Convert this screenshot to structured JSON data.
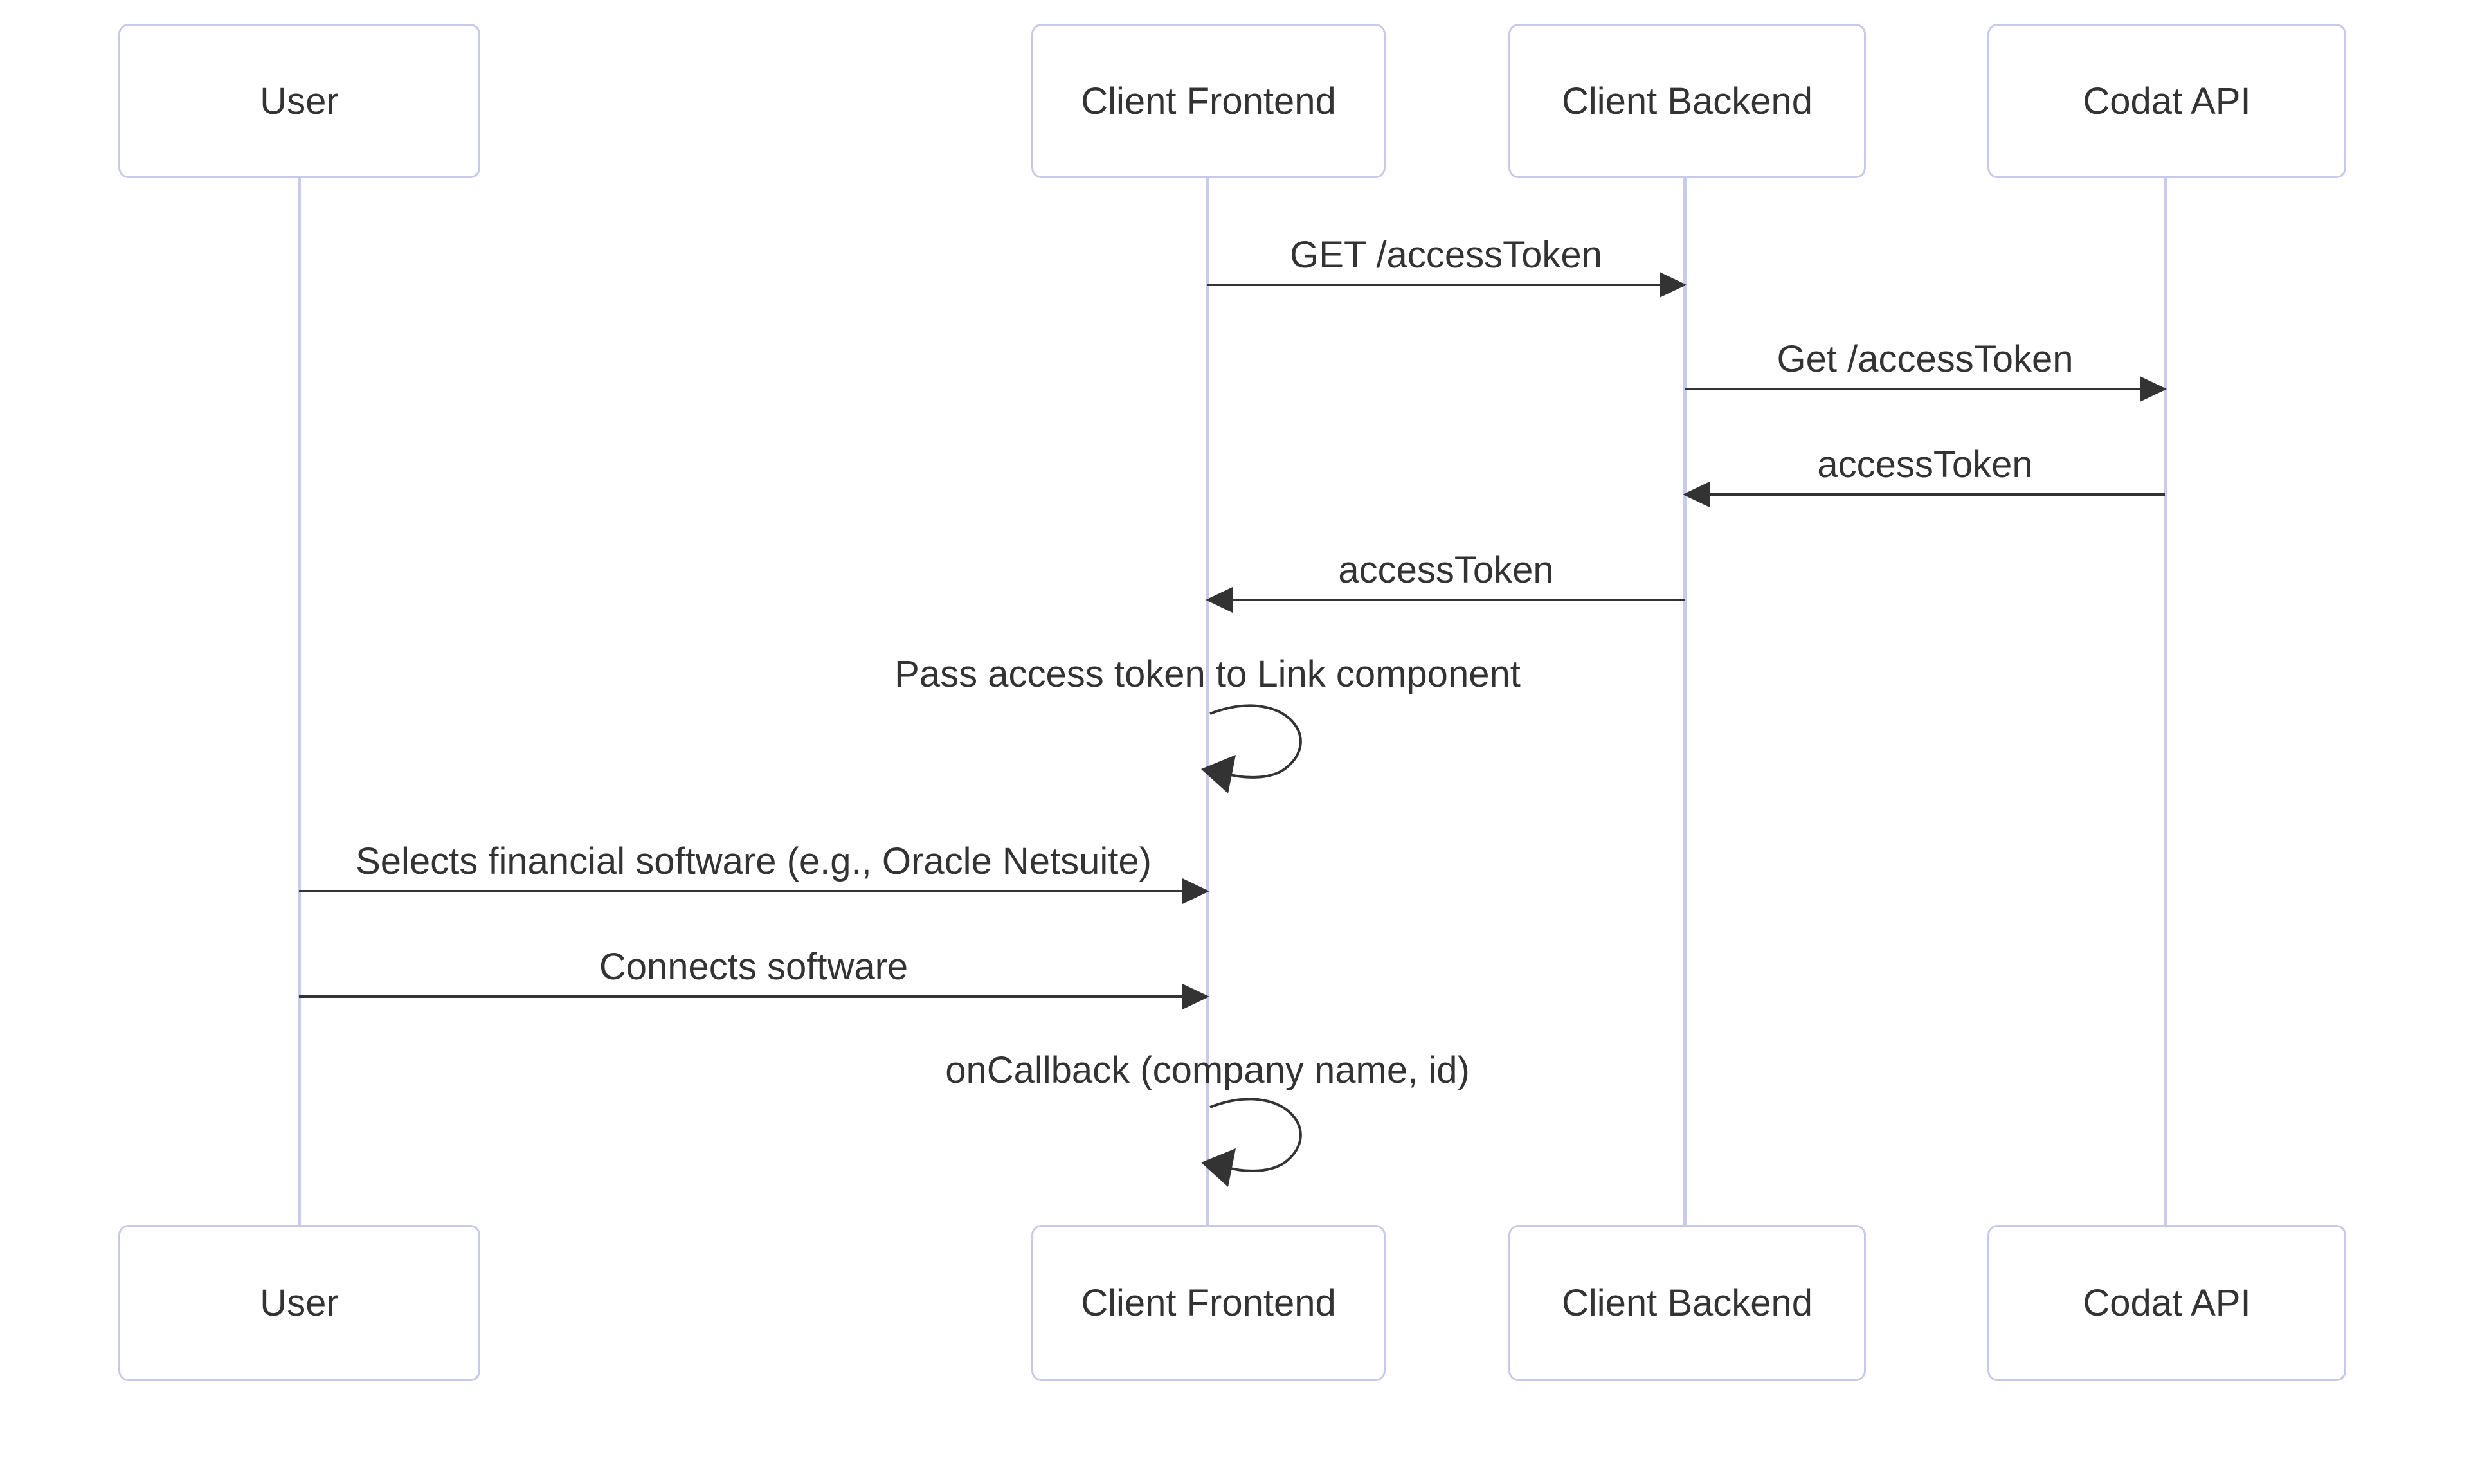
{
  "diagram": {
    "type": "sequence-diagram",
    "background": "#ffffff",
    "colors": {
      "actor_border": "#c8c8e8",
      "actor_fill": "#ffffff",
      "lifeline": "#cacaec",
      "text": "#333333",
      "arrow": "#333333"
    },
    "actors": [
      {
        "label": "User"
      },
      {
        "label": "Client Frontend"
      },
      {
        "label": "Client Backend"
      },
      {
        "label": "Codat API"
      }
    ],
    "messages": [
      {
        "label": "GET /accessToken",
        "from": "Client Frontend",
        "to": "Client Backend",
        "style": "solid-arrow"
      },
      {
        "label": "Get /accessToken",
        "from": "Client Backend",
        "to": "Codat API",
        "style": "solid-arrow"
      },
      {
        "label": "accessToken",
        "from": "Codat API",
        "to": "Client Backend",
        "style": "solid-arrow"
      },
      {
        "label": "accessToken",
        "from": "Client Backend",
        "to": "Client Frontend",
        "style": "solid-arrow"
      },
      {
        "label": "Pass access token to Link component",
        "from": "Client Frontend",
        "to": "Client Frontend",
        "style": "self-loop"
      },
      {
        "label": "Selects financial software (e.g., Oracle Netsuite)",
        "from": "User",
        "to": "Client Frontend",
        "style": "solid-arrow"
      },
      {
        "label": "Connects software",
        "from": "User",
        "to": "Client Frontend",
        "style": "solid-arrow"
      },
      {
        "label": "onCallback (company name, id)",
        "from": "Client Frontend",
        "to": "Client Frontend",
        "style": "self-loop"
      }
    ]
  }
}
